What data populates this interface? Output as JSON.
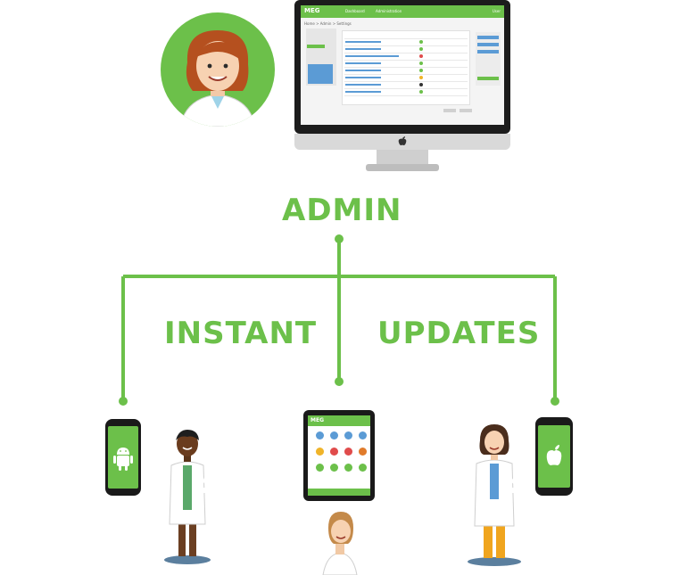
{
  "labels": {
    "admin": "ADMIN",
    "instant": "INSTANT",
    "updates": "UPDATES"
  },
  "monitor": {
    "app_logo": "MEG",
    "nav_items": [
      "Dashboard",
      "Administration"
    ],
    "user_menu": "User",
    "breadcrumb": "Home > Admin > Settings"
  },
  "tablet": {
    "app_logo": "MEG"
  },
  "icons": {
    "monitor_brand": "apple-icon",
    "android_phone": "android-icon",
    "iphone": "apple-icon"
  },
  "colors": {
    "accent": "#6cc04a",
    "blue": "#5b9bd5",
    "device": "#1a1a1a"
  }
}
